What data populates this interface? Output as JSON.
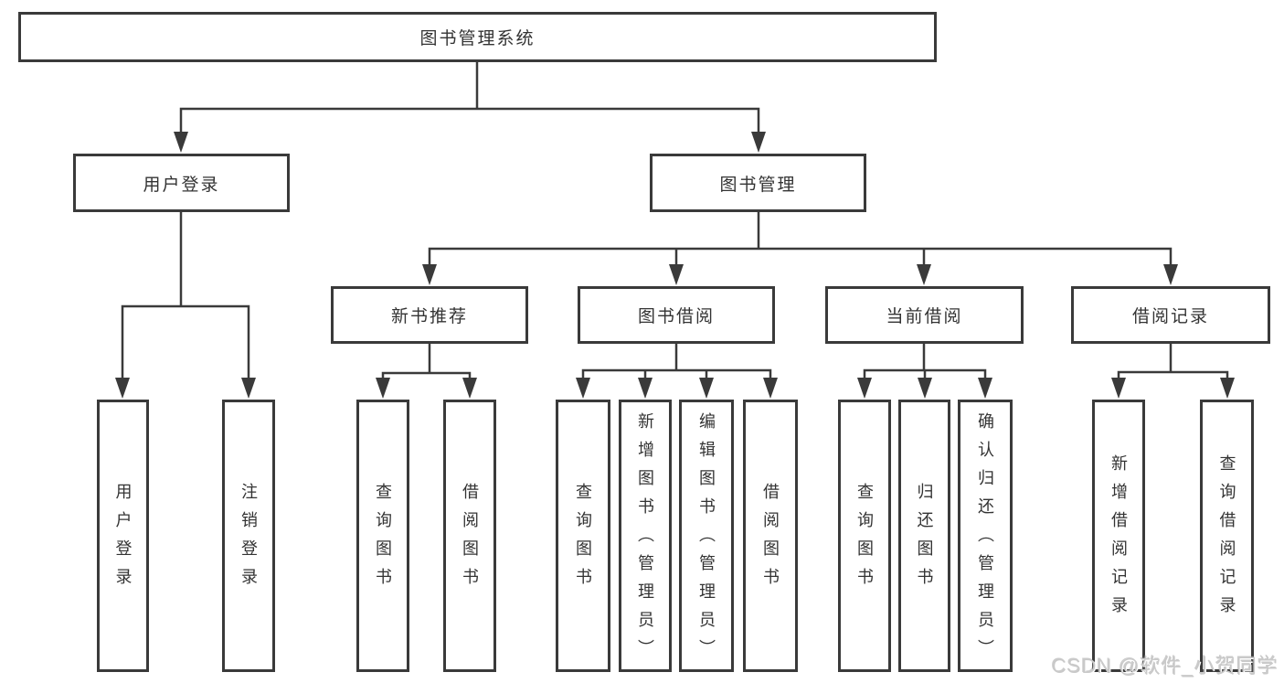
{
  "diagram_title": "图书管理系统",
  "nodes": {
    "root": {
      "label": "图书管理系统"
    },
    "user_login": {
      "label": "用户登录",
      "children": [
        {
          "label": "用户登录"
        },
        {
          "label": "注销登录"
        }
      ]
    },
    "book_mgmt": {
      "label": "图书管理",
      "children": [
        {
          "label": "新书推荐",
          "children": [
            {
              "label": "查询图书"
            },
            {
              "label": "借阅图书"
            }
          ]
        },
        {
          "label": "图书借阅",
          "children": [
            {
              "label": "查询图书"
            },
            {
              "label": "新增图书（管理员）"
            },
            {
              "label": "编辑图书（管理员）"
            },
            {
              "label": "借阅图书"
            }
          ]
        },
        {
          "label": "当前借阅",
          "children": [
            {
              "label": "查询图书"
            },
            {
              "label": "归还图书"
            },
            {
              "label": "确认归还（管理员）"
            }
          ]
        },
        {
          "label": "借阅记录",
          "children": [
            {
              "label": "新增借阅记录"
            },
            {
              "label": "查询借阅记录"
            }
          ]
        }
      ]
    }
  },
  "watermark": "CSDN @软件_小贺同学",
  "colors": {
    "line": "#3a3a3a",
    "text": "#333333",
    "background": "#ffffff",
    "watermark": "#c9c9c9"
  }
}
